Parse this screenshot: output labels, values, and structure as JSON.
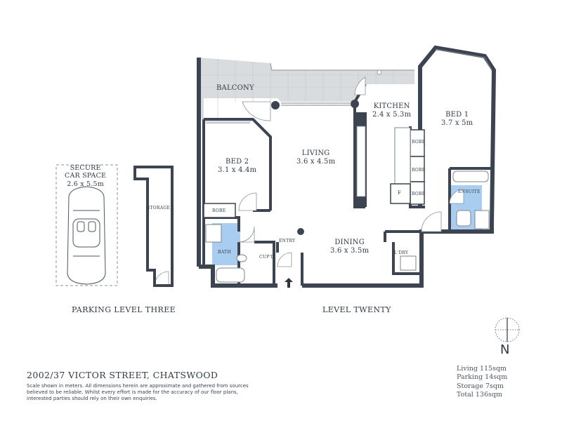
{
  "title": "2002/37 VICTOR STREET, CHATSWOOD",
  "disclaimer": "Scale shown in meters. All dimensions herein are approximate and gathered from sources believed to be reliable. Whilst every effort is made for the accuracy of our floor plans, interested parties should rely on their own enquiries.",
  "levels": {
    "parking": "PARKING LEVEL THREE",
    "main": "LEVEL TWENTY"
  },
  "parking": {
    "car_space_name": "SECURE\nCAR SPACE",
    "car_space_dims": "2.6 x 5.5m",
    "storage": "STORAGE"
  },
  "rooms": {
    "balcony": "BALCONY",
    "kitchen": {
      "name": "KITCHEN",
      "dims": "2.4 x 5.3m"
    },
    "bed1": {
      "name": "BED 1",
      "dims": "3.7 x 5m"
    },
    "bed2": {
      "name": "BED 2",
      "dims": "3.1 x 4.4m"
    },
    "living": {
      "name": "LIVING",
      "dims": "3.6 x 4.5m"
    },
    "dining": {
      "name": "DINING",
      "dims": "3.6 x 3.5m"
    },
    "ensuite": "ENSUITE",
    "bath": "BATH",
    "entry": "ENTRY",
    "cupboard": "CUP'D",
    "laundry": "L'DRY",
    "robe": "ROBE",
    "fridge": "F"
  },
  "areas": [
    "Living 115sqm",
    "Parking 14sqm",
    "Storage 7sqm",
    "Total 136sqm"
  ],
  "compass": {
    "letter": "N"
  },
  "colors": {
    "wall": "#3b4450",
    "balcony": "#d9dcde",
    "wet_area": "#a9cdf0",
    "text": "#2f3a47"
  }
}
